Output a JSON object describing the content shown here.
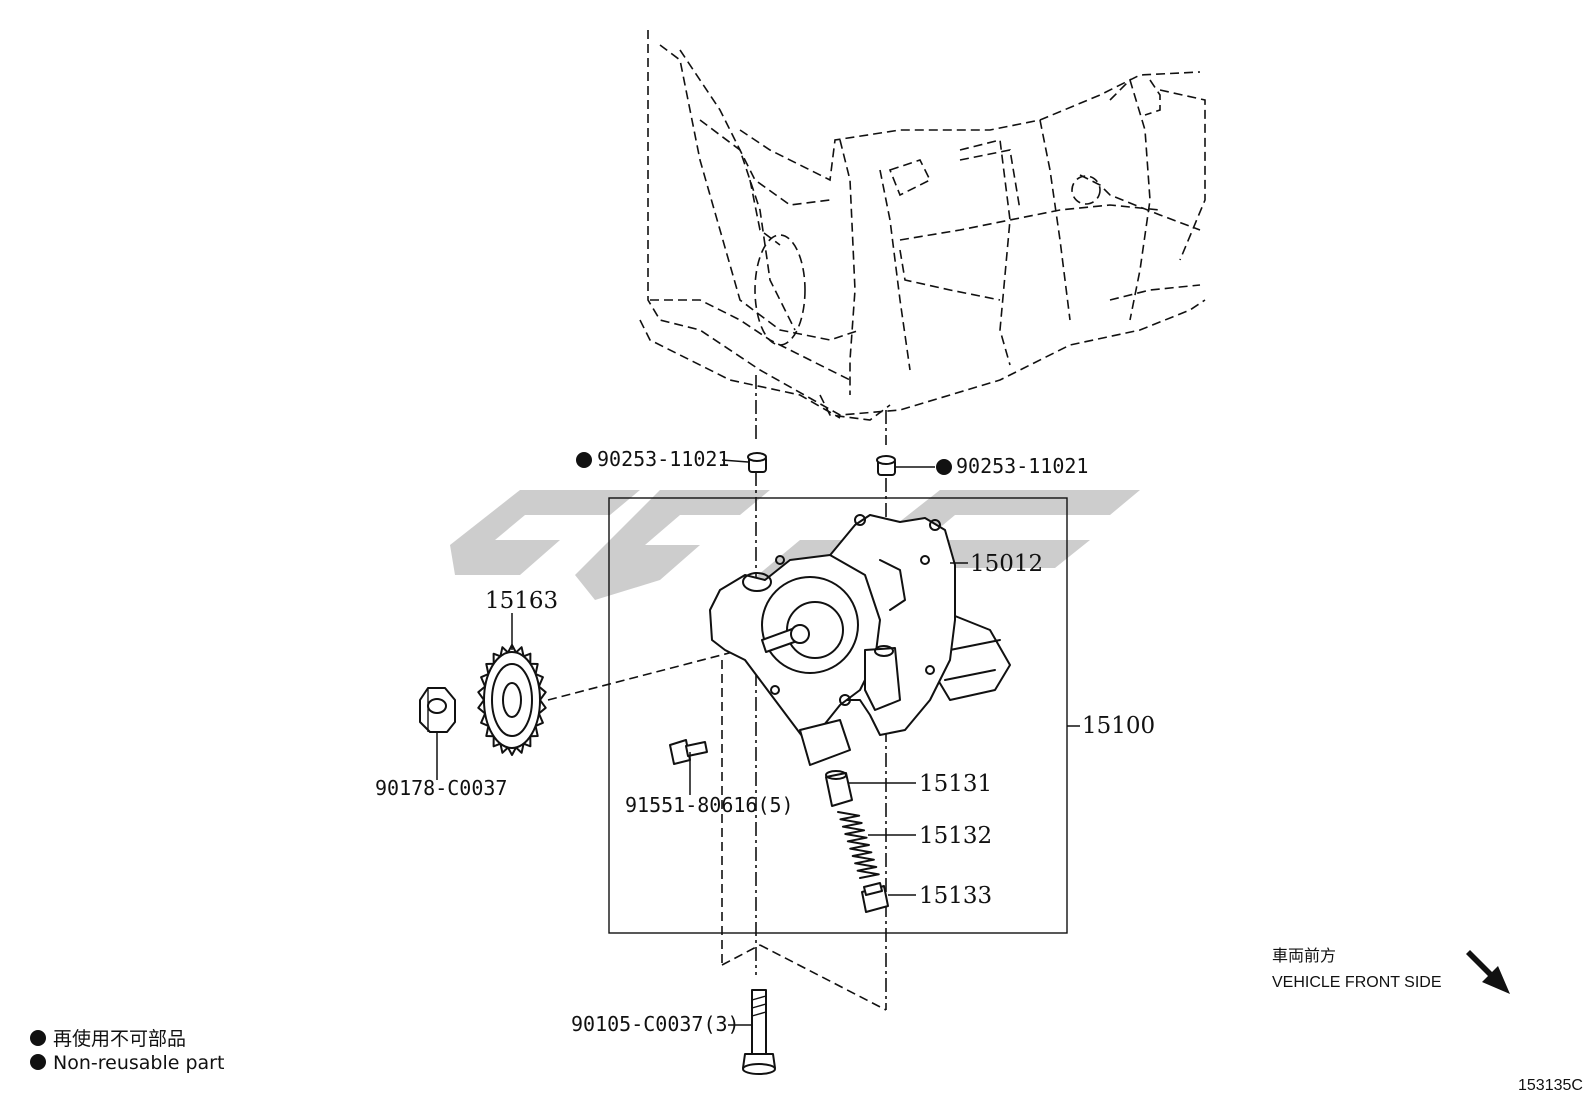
{
  "watermark": {
    "color": "#c8c8c8"
  },
  "callouts": {
    "seal_left": "90253-11021",
    "seal_right": "90253-11021",
    "pump_cover": "15012",
    "sprocket": "15163",
    "nut": "90178-C0037",
    "assembly": "15100",
    "pump_bolt": "91551-80616(5)",
    "relief_valve": "15131",
    "spring": "15132",
    "plug": "15133",
    "mount_bolt": "90105-C0037(3)"
  },
  "direction": {
    "jp": "車両前方",
    "en": "VEHICLE FRONT SIDE"
  },
  "legend": {
    "jp": "再使用不可部品",
    "en": "Non-reusable part"
  },
  "diagram_code": "153135C"
}
